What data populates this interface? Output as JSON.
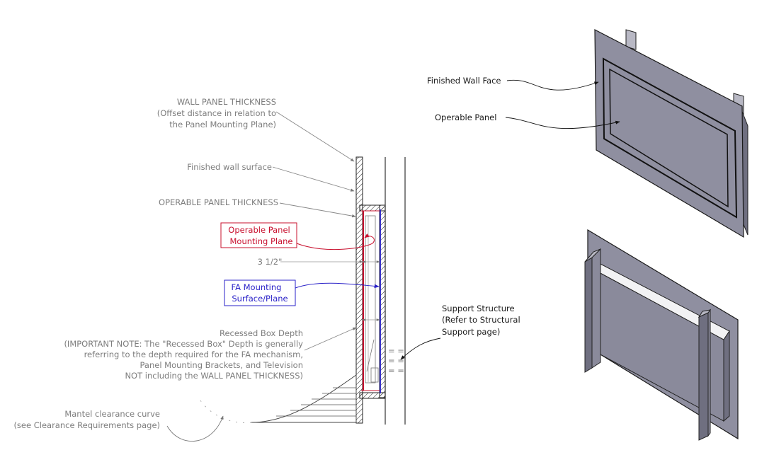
{
  "section_labels": {
    "wall_panel_thickness": [
      "WALL PANEL THICKNESS",
      "(Offset distance in relation to",
      "the Panel Mounting Plane)"
    ],
    "finished_wall_surface": "Finished wall surface",
    "operable_panel_thickness": "OPERABLE PANEL THICKNESS",
    "operable_panel_mounting_plane": [
      "Operable Panel",
      "Mounting Plane"
    ],
    "dimension": "3 1/2\"",
    "fa_mounting_surface": [
      "FA Mounting",
      "Surface/Plane"
    ],
    "recessed_box_depth": [
      "Recessed Box Depth",
      "(IMPORTANT NOTE: The \"Recessed Box\" Depth is generally",
      "referring to the depth required for the FA mechanism,",
      "Panel Mounting Brackets, and Television",
      "NOT including the WALL PANEL THICKNESS)"
    ],
    "mantel_clearance": [
      "Mantel clearance curve",
      "(see Clearance Requirements page)"
    ],
    "support_structure": [
      "Support Structure",
      "(Refer to Structural",
      "Support page)"
    ]
  },
  "iso_labels": {
    "finished_wall_face": "Finished Wall Face",
    "operable_panel": "Operable Panel"
  },
  "colors": {
    "callout_text": "#7d7d7d",
    "mounting_plane": "#c8102e",
    "fa_plane": "#2a22c8",
    "panel_face": "#8f8fa0",
    "panel_edge": "#1a1a1a"
  }
}
